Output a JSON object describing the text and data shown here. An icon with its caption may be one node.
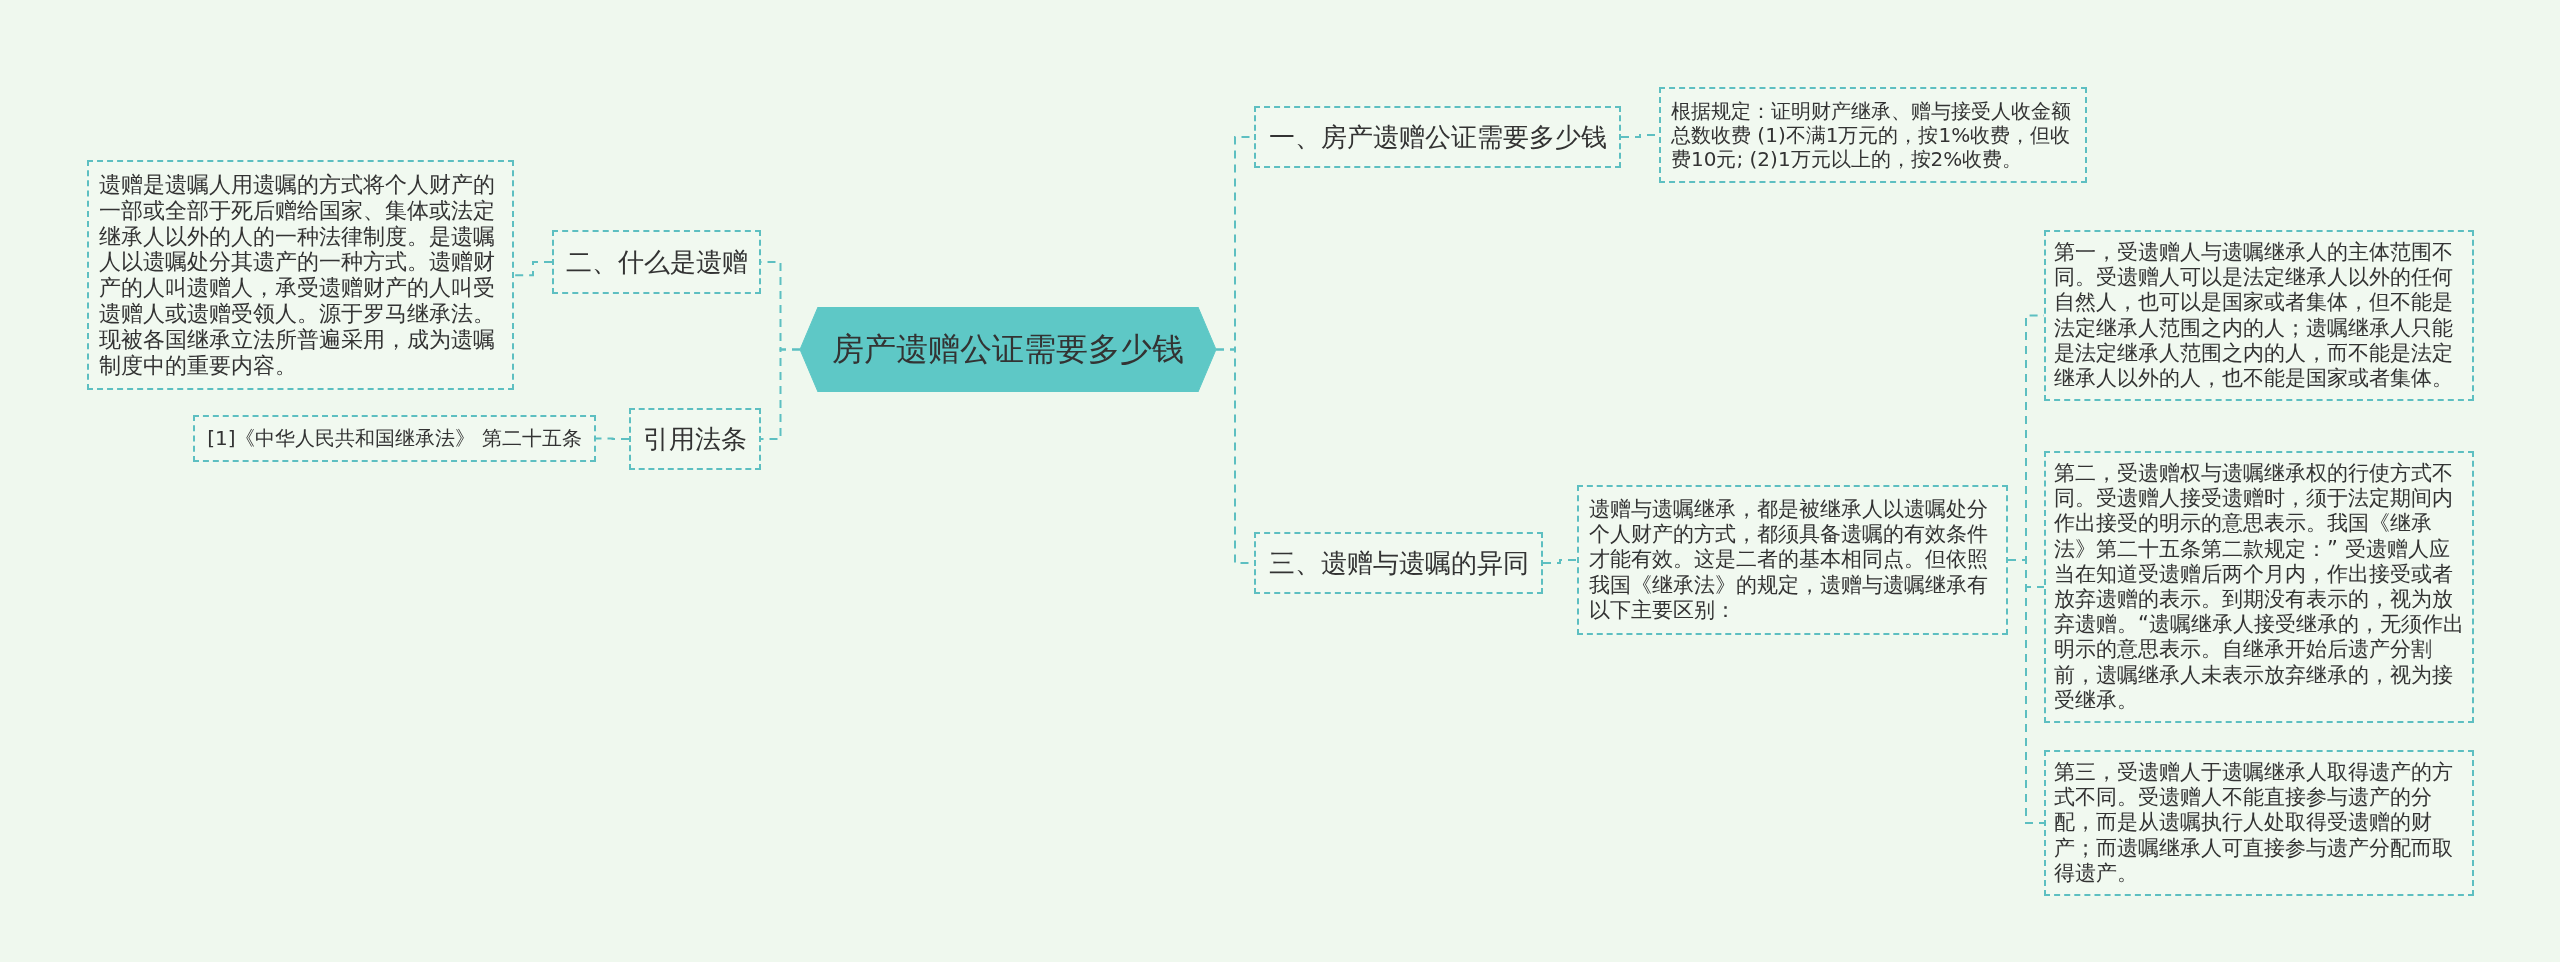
{
  "diagram": {
    "nodes": [
      {
        "text": [
          "房产遗赠公证需要多少钱"
        ]
      },
      {
        "text": [
          "一、房产遗赠公证需要多少钱"
        ]
      },
      {
        "text": [
          "根据规定：证明财产继承、赠与接受人收金额总数收费 (1)不满1万元的，按1%收费，但收费10元; (2)1万元以上的，按2%收费。"
        ]
      },
      {
        "text": [
          "二、什么是遗赠"
        ]
      },
      {
        "text": [
          "遗赠是遗嘱人用遗嘱的方式将个人财产的一部或全部于死后赠给国家、集体或法定继承人以外的人的一种法律制度。是遗嘱人以遗嘱处分其遗产的一种方式。遗赠财产的人叫遗赠人，承受遗赠财产的人叫受遗赠人或遗赠受领人。源于罗马继承法。现被各国继承立法所普遍采用，成为遗嘱制度中的重要内容。"
        ]
      },
      {
        "text": [
          "引用法条"
        ]
      },
      {
        "text": [
          "[1]《中华人民共和国继承法》 第二十五条"
        ]
      },
      {
        "text": [
          "三、遗赠与遗嘱的异同"
        ]
      },
      {
        "text": [
          "遗赠与遗嘱继承，都是被继承人以遗嘱处分个人财产的方式，都须具备遗嘱的有效条件才能有效。这是二者的基本相同点。但依照我国《继承法》的规定，遗赠与遗嘱继承有以下主要区别："
        ]
      },
      {
        "text": [
          "第一，受遗赠人与遗嘱继承人的主体范围不同。受遗赠人可以是法定继承人以外的任何自然人，也可以是国家或者集体，但不能是法定继承人范围之内的人；遗嘱继承人只能是法定继承人范围之内的人，而不能是法定继承人以外的人，也不能是国家或者集体。"
        ]
      },
      {
        "text": [
          "第二，受遗赠权与遗嘱继承权的行使方式不同。受遗赠人接受遗赠时，须于法定期间内作出接受的明示的意思表示。我国《继承法》第二十五条第二款规定：” 受遗赠人应当在知道受遗赠后两个月内，作出接受或者放弃遗赠的表示。到期没有表示的，视为放弃遗赠。“遗嘱继承人接受继承的，无须作出明示的意思表示。自继承开始后遗产分割前，遗嘱继承人未表示放弃继承的，视为接受继承。"
        ]
      },
      {
        "text": [
          "第三，受遗赠人于遗嘱继承人取得遗产的方式不同。受遗赠人不能直接参与遗产的分配，而是从遗嘱执行人处取得受遗赠的财产；而遗嘱继承人可直接参与遗产分配而取得遗产。"
        ]
      }
    ],
    "edges": [
      {
        "from": 0,
        "to": 1,
        "arrow": "none"
      },
      {
        "from": 1,
        "to": 2,
        "arrow": "none"
      },
      {
        "from": 0,
        "to": 3,
        "arrow": "none"
      },
      {
        "from": 3,
        "to": 4,
        "arrow": "none"
      },
      {
        "from": 0,
        "to": 5,
        "arrow": "none"
      },
      {
        "from": 5,
        "to": 6,
        "arrow": "none"
      },
      {
        "from": 0,
        "to": 7,
        "arrow": "none"
      },
      {
        "from": 7,
        "to": 8,
        "arrow": "none"
      },
      {
        "from": 8,
        "to": 9,
        "arrow": "none"
      },
      {
        "from": 8,
        "to": 10,
        "arrow": "none"
      },
      {
        "from": 8,
        "to": 11,
        "arrow": "none"
      }
    ]
  }
}
